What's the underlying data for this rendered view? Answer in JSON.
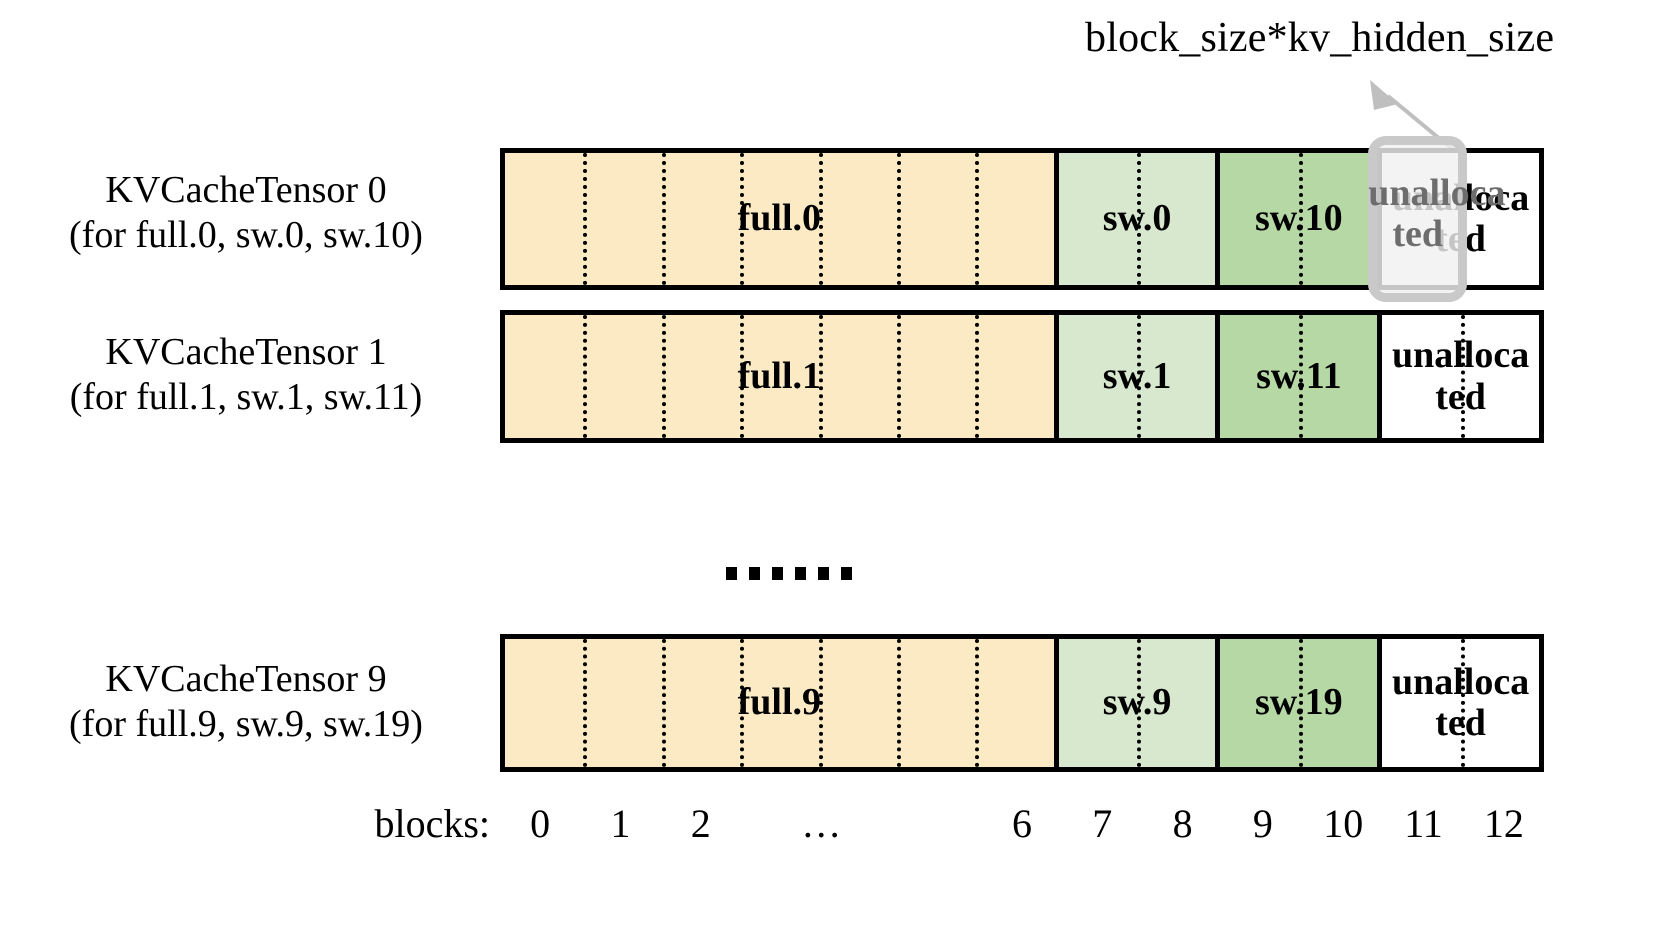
{
  "annotation": {
    "label": "block_size*kv_hidden_size",
    "arrow_color": "#bfbfbf"
  },
  "colors": {
    "full_fill": "#fceac4",
    "sw_light_fill": "#d7e8cf",
    "sw_dark_fill": "#b6d8a5",
    "unallocated_fill": "#ffffff",
    "border": "#000000",
    "highlight_border": "#c9c9c9",
    "highlight_text": "#6d6d6d"
  },
  "rows": [
    {
      "label_line1": "KVCacheTensor 0",
      "label_line2": "(for full.0, sw.0, sw.10)",
      "segments": [
        {
          "text": "full.0",
          "kind": "full",
          "blocks": 7
        },
        {
          "text": "sw.0",
          "kind": "sw_light",
          "blocks": 2
        },
        {
          "text": "sw.10",
          "kind": "sw_dark",
          "blocks": 2
        },
        {
          "text": "unalloca\nted",
          "kind": "unallocated",
          "blocks": 2
        }
      ],
      "highlight": {
        "segment_index": 3,
        "block_in_segment": 0,
        "text": "unalloca\nted"
      }
    },
    {
      "label_line1": "KVCacheTensor 1",
      "label_line2": "(for full.1, sw.1, sw.11)",
      "segments": [
        {
          "text": "full.1",
          "kind": "full",
          "blocks": 7
        },
        {
          "text": "sw.1",
          "kind": "sw_light",
          "blocks": 2
        },
        {
          "text": "sw.11",
          "kind": "sw_dark",
          "blocks": 2
        },
        {
          "text": "unalloca\nted",
          "kind": "unallocated",
          "blocks": 2
        }
      ],
      "highlight": null
    },
    {
      "label_line1": "KVCacheTensor 9",
      "label_line2": "(for full.9, sw.9, sw.19)",
      "segments": [
        {
          "text": "full.9",
          "kind": "full",
          "blocks": 7
        },
        {
          "text": "sw.9",
          "kind": "sw_light",
          "blocks": 2
        },
        {
          "text": "sw.19",
          "kind": "sw_dark",
          "blocks": 2
        },
        {
          "text": "unalloca\nted",
          "kind": "unallocated",
          "blocks": 2
        }
      ],
      "highlight": null
    }
  ],
  "ellipsis": {
    "dot_count": 6
  },
  "axis": {
    "caption": "blocks:",
    "ticks": [
      "0",
      "1",
      "2",
      "…",
      "6",
      "7",
      "8",
      "9",
      "10",
      "11",
      "12"
    ]
  }
}
